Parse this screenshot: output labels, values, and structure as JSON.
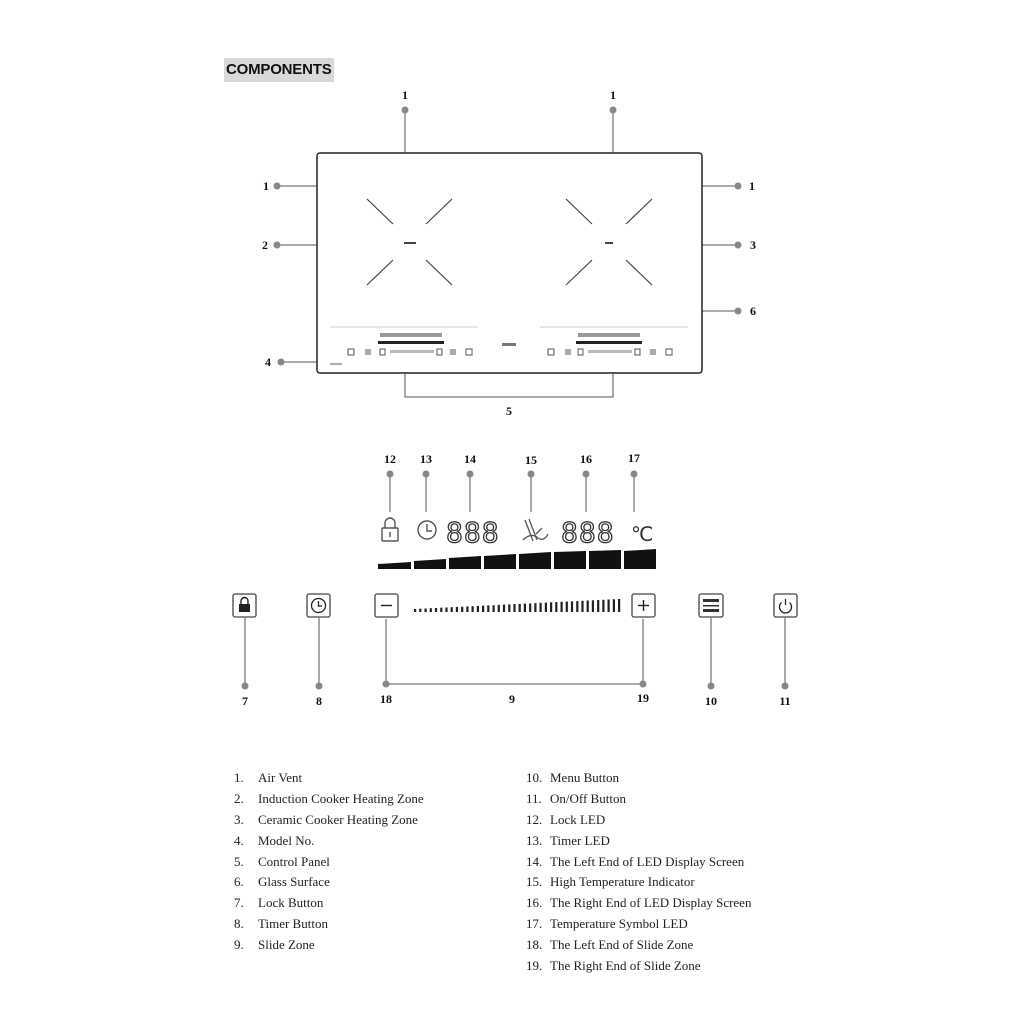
{
  "heading": "COMPONENTS",
  "callouts": {
    "c1": "1",
    "c2": "2",
    "c3": "3",
    "c4": "4",
    "c5": "5",
    "c6": "6",
    "c7": "7",
    "c8": "8",
    "c9": "9",
    "c10": "10",
    "c11": "11",
    "c12": "12",
    "c13": "13",
    "c14": "14",
    "c15": "15",
    "c16": "16",
    "c17": "17",
    "c18": "18",
    "c19": "19"
  },
  "display": {
    "left_digits": "888",
    "right_digits": "888",
    "temp_unit": "℃"
  },
  "legend_left": [
    {
      "num": "1.",
      "text": "Air Vent"
    },
    {
      "num": "2.",
      "text": "Induction Cooker Heating Zone"
    },
    {
      "num": "3.",
      "text": "Ceramic Cooker Heating Zone"
    },
    {
      "num": "4.",
      "text": "Model No."
    },
    {
      "num": "5.",
      "text": "Control Panel"
    },
    {
      "num": "6.",
      "text": "Glass Surface"
    },
    {
      "num": "7.",
      "text": "Lock Button"
    },
    {
      "num": "8.",
      "text": "Timer Button"
    },
    {
      "num": "9.",
      "text": "Slide Zone"
    }
  ],
  "legend_right": [
    {
      "num": "10.",
      "text": "Menu Button"
    },
    {
      "num": "11.",
      "text": "On/Off Button"
    },
    {
      "num": "12.",
      "text": "Lock LED"
    },
    {
      "num": "13.",
      "text": "Timer LED"
    },
    {
      "num": "14.",
      "text": "The Left End of LED Display Screen"
    },
    {
      "num": "15.",
      "text": "High Temperature Indicator"
    },
    {
      "num": "16.",
      "text": "The Right End of LED Display Screen"
    },
    {
      "num": "17.",
      "text": "Temperature Symbol LED"
    },
    {
      "num": "18.",
      "text": "The Left End of Slide Zone"
    },
    {
      "num": "19.",
      "text": "The Right End of Slide Zone"
    }
  ]
}
